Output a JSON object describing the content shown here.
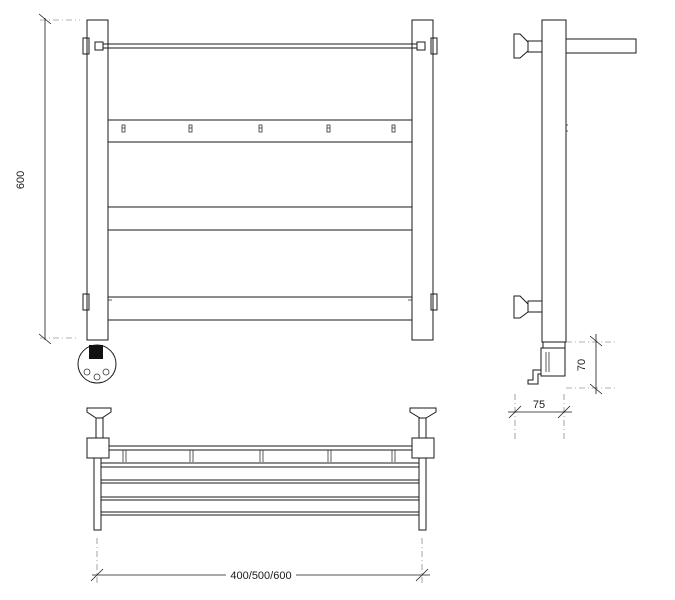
{
  "drawing": {
    "dimension_labels": {
      "height": "600",
      "width_options": "400/500/600",
      "side_depth": "75",
      "control_height": "70"
    },
    "colors": {
      "line": "#1a1a1a",
      "background": "#ffffff",
      "control_square": "#111111"
    },
    "icons": [
      "towel-rail-front-view",
      "towel-rail-side-view",
      "towel-rail-top-view",
      "control-knob-icon",
      "hook-icon"
    ]
  }
}
